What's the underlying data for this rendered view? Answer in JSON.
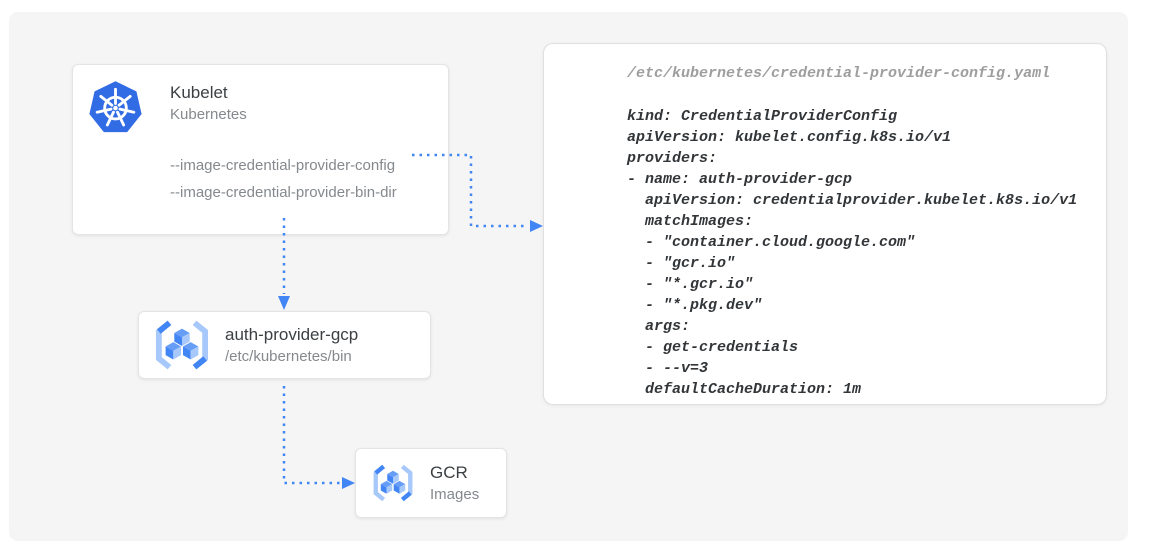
{
  "colors": {
    "accent_blue": "#4285f4",
    "kubernetes_blue": "#326ce5",
    "canvas_gray": "#f5f5f5"
  },
  "kubelet_box": {
    "title": "Kubelet",
    "subtitle": "Kubernetes",
    "flags": [
      "--image-credential-provider-config",
      "--image-credential-provider-bin-dir"
    ]
  },
  "auth_provider_box": {
    "title": "auth-provider-gcp",
    "subtitle": "/etc/kubernetes/bin"
  },
  "gcr_box": {
    "title": "GCR",
    "subtitle": "Images"
  },
  "code_panel": {
    "file_path": "/etc/kubernetes/credential-provider-config.yaml",
    "lines": [
      "kind: CredentialProviderConfig",
      "apiVersion: kubelet.config.k8s.io/v1",
      "providers:",
      "- name: auth-provider-gcp",
      "  apiVersion: credentialprovider.kubelet.k8s.io/v1",
      "  matchImages:",
      "  - \"container.cloud.google.com\"",
      "  - \"gcr.io\"",
      "  - \"*.gcr.io\"",
      "  - \"*.pkg.dev\"",
      "  args:",
      "  - get-credentials",
      "  - --v=3",
      "  defaultCacheDuration: 1m"
    ]
  }
}
